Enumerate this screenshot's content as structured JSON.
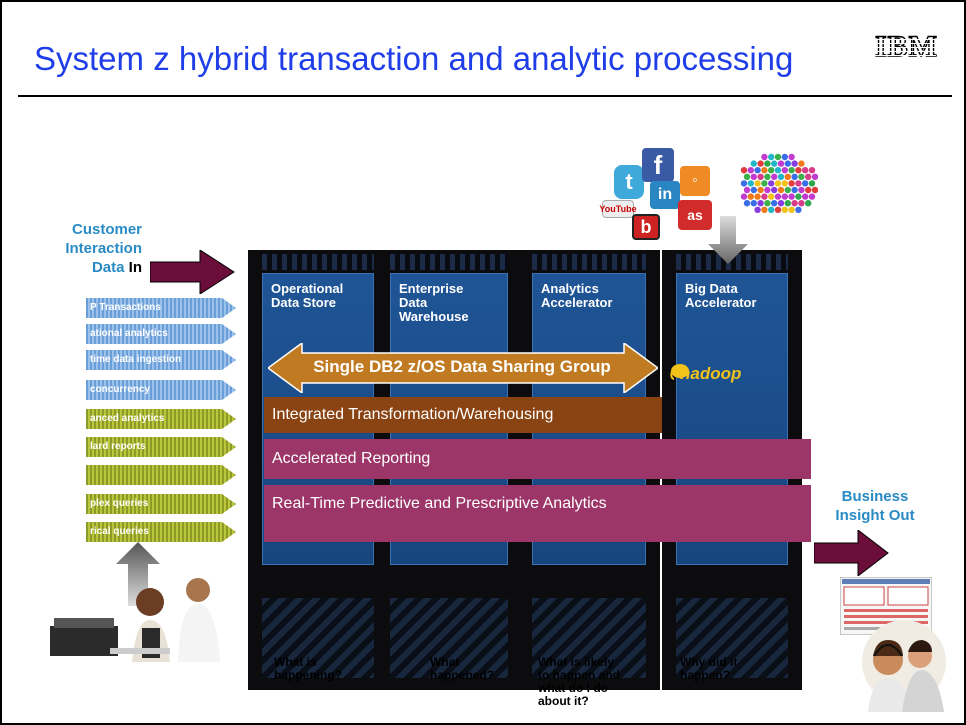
{
  "slide": {
    "title": "System z hybrid transaction and analytic processing",
    "logo": "IBM"
  },
  "input": {
    "label_line1": "Customer",
    "label_line2": "Interaction",
    "label_line3": "Data",
    "label_in": "In",
    "streams": [
      {
        "label": "P Transactions",
        "color": "blue"
      },
      {
        "label": "ational analytics",
        "color": "blue"
      },
      {
        "label": "time data ingestion",
        "color": "blue"
      },
      {
        "label": " concurrency",
        "color": "blue"
      },
      {
        "label": "anced analytics",
        "color": "olive"
      },
      {
        "label": "lard reports",
        "color": "olive"
      },
      {
        "label": "",
        "color": "olive"
      },
      {
        "label": "plex queries",
        "color": "olive"
      },
      {
        "label": "rical queries",
        "color": "olive"
      }
    ]
  },
  "racks": [
    {
      "title_lines": [
        "Operational",
        "Data Store"
      ],
      "question_lines": [
        "What is",
        "happening?"
      ]
    },
    {
      "title_lines": [
        "Enterprise",
        "Data",
        "Warehouse"
      ],
      "question_lines": [
        "What",
        "happened?"
      ]
    },
    {
      "title_lines": [
        "Analytics",
        "Accelerator"
      ],
      "question_lines": [
        "What is likely",
        "to happen and",
        "what do I do",
        "about it?"
      ]
    },
    {
      "title_lines": [
        "Big Data",
        "Accelerator"
      ],
      "question_lines": [
        "Why did it",
        "happen?"
      ]
    }
  ],
  "data_sharing": "Single DB2 z/OS Data Sharing Group",
  "hadoop_logo": "hadoop",
  "bands": {
    "integrated": "Integrated Transformation/Warehousing",
    "accelerated": "Accelerated Reporting",
    "realtime": "Real-Time Predictive and Prescriptive Analytics"
  },
  "output": {
    "label_line1": "Business",
    "label_line2": "Insight Out"
  },
  "social_icons": [
    "twitter-icon",
    "facebook-icon",
    "rss-icon",
    "linkedin-icon",
    "youtube-icon",
    "lastfm-icon",
    "bebo-icon"
  ],
  "colors": {
    "title": "#1f3ee8",
    "label_blue": "#2a8bc4",
    "panel_blue": "#1d4f8c",
    "band_brown": "#8a4413",
    "band_magenta": "#9c3568",
    "arrow_orange": "#c07b22",
    "arrow_maroon": "#6b0f3a"
  }
}
